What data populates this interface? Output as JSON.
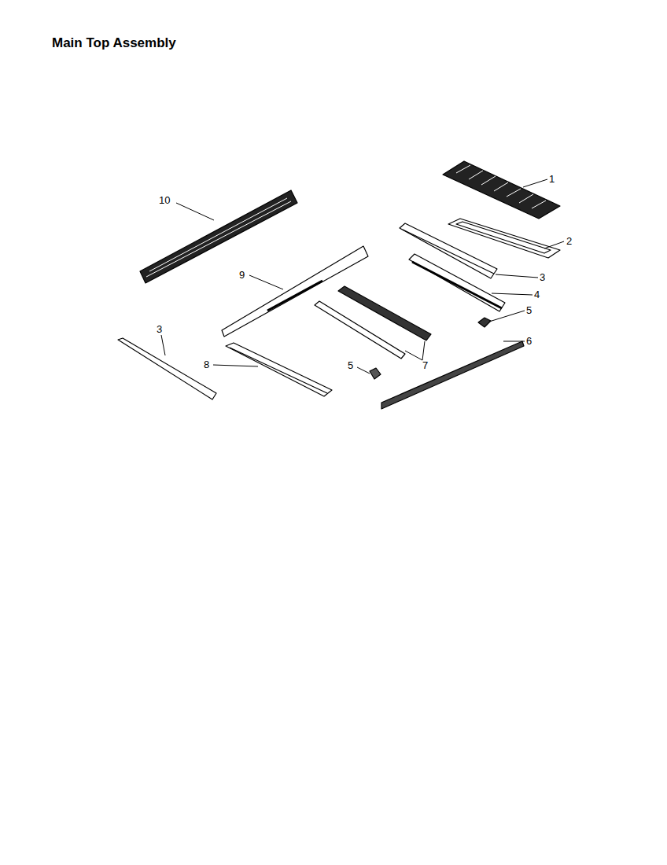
{
  "diagram": {
    "title": "Main Top Assembly",
    "labels": [
      "10",
      "1",
      "2",
      "9",
      "3",
      "4",
      "5",
      "3",
      "6",
      "8",
      "5",
      "7"
    ]
  }
}
